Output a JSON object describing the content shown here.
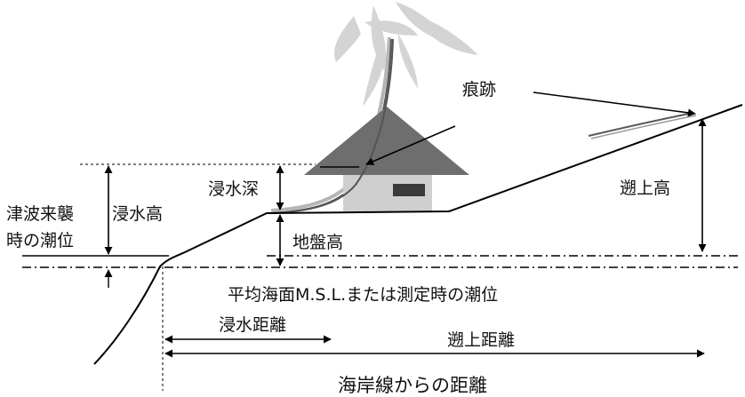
{
  "labels": {
    "trace": "痕跡",
    "inundation_depth": "浸水深",
    "tsunami_tide_line1": "津波来襲",
    "tsunami_tide_line2": "時の潮位",
    "inundation_height": "浸水高",
    "ground_height": "地盤高",
    "runup_height": "遡上高",
    "msl": "平均海面M.S.L.または測定時の潮位",
    "inundation_distance": "浸水距離",
    "runup_distance": "遡上距離",
    "distance_from_coastline": "海岸線からの距離"
  },
  "colors": {
    "line": "#000000",
    "roof": "#6e6e6e",
    "wall": "#cfcfcf",
    "window": "#3a3a3a",
    "palm": "#d4d4d4",
    "trunk_dark": "#555555",
    "trunk_light": "#b5b5b5"
  },
  "icons": {
    "house": "house-icon",
    "palm": "palm-tree-icon"
  }
}
